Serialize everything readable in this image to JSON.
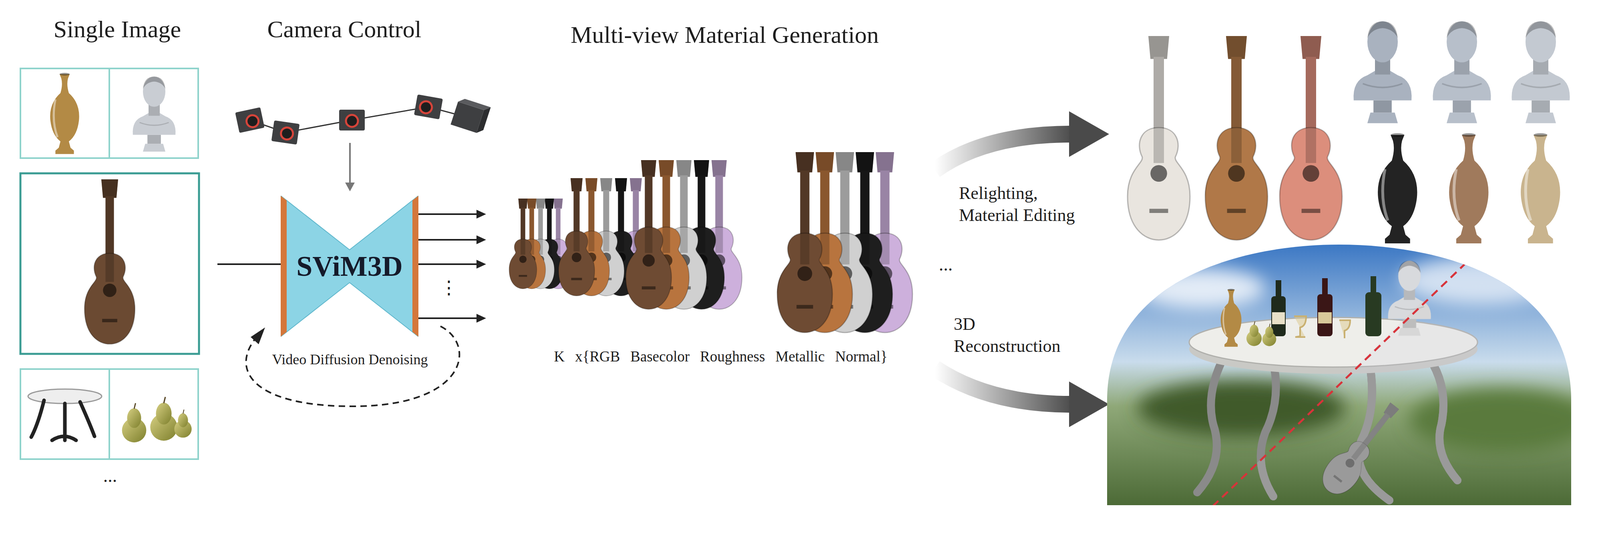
{
  "diagram": {
    "nodes": [
      {
        "text": [
          "SViM3D"
        ]
      }
    ],
    "labels": [
      "Single Image",
      "Camera Control",
      "Multi-view Material Generation",
      "Video Diffusion Denoising",
      "⋮",
      "K x{RGB Basecolor Roughness Metallic Normal}",
      "...",
      "...",
      "Relighting, Material Editing",
      "3D Reconstruction"
    ]
  }
}
